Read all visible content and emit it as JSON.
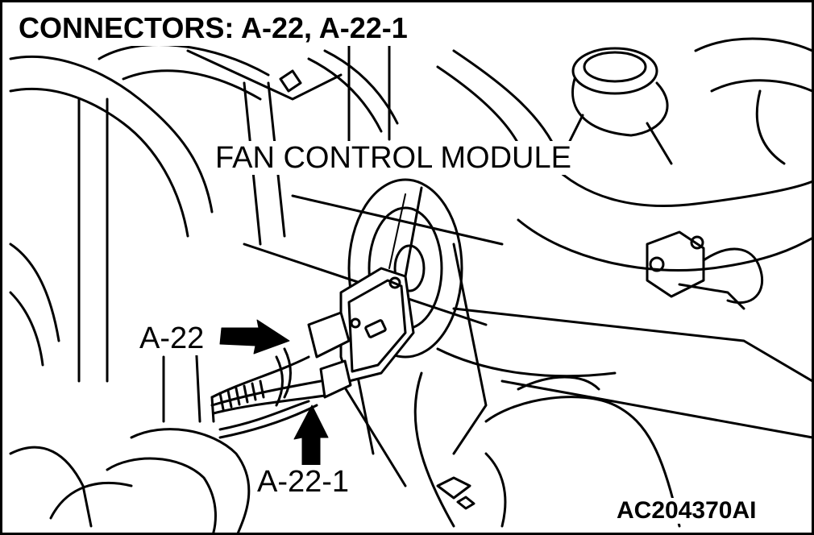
{
  "figure": {
    "title": "CONNECTORS: A-22, A-22-1",
    "callouts": {
      "fan_control_module": "FAN CONTROL MODULE",
      "connector_a22": "A-22",
      "connector_a22_1": "A-22-1"
    },
    "figure_code": "AC204370AI"
  }
}
